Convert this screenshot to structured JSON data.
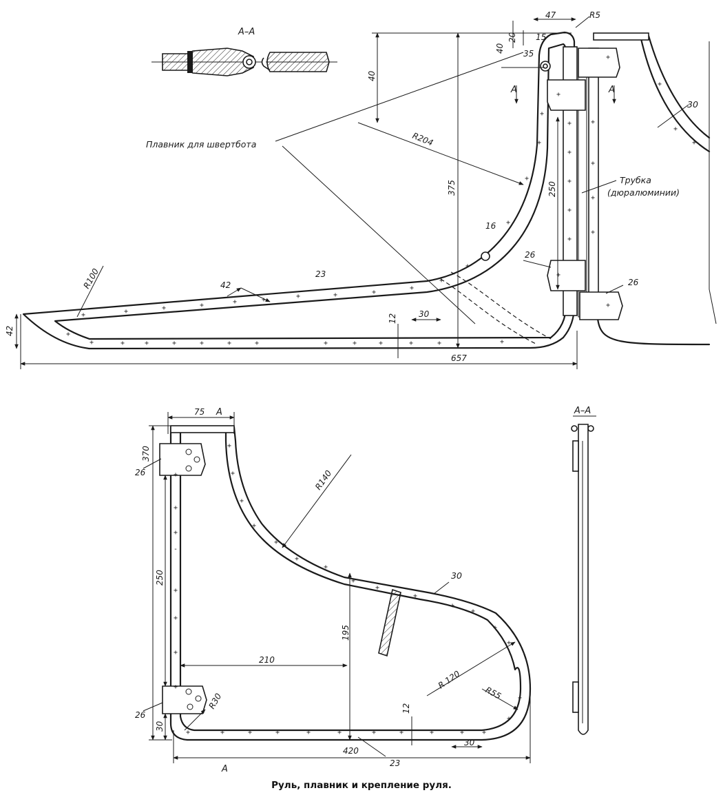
{
  "caption": "Руль, плавник и крепление руля.",
  "top_view": {
    "section_label": "А–А",
    "section_mark_left": "А",
    "section_mark_right": "А",
    "label_fin": "Плавник для швертбота",
    "label_tube_line1": "Трубка",
    "label_tube_line2": "(дюралюминии)",
    "dims": {
      "d47": "47",
      "r5": "R5",
      "d15": "15",
      "d20": "20",
      "d40a": "40",
      "d35": "35",
      "d40b": "40",
      "r204": "R204",
      "d375": "375",
      "d250": "250",
      "d16": "16",
      "d26a": "26",
      "d26b": "26",
      "d23": "23",
      "d42": "42",
      "r100": "R100",
      "d42h": "42",
      "d12": "12",
      "d30": "30",
      "d657": "657",
      "d30b": "30"
    }
  },
  "bottom_view": {
    "section_label": "А–А",
    "mark_top": "А",
    "mark_bottom": "А",
    "dims": {
      "d75": "75",
      "r140": "R140",
      "d26a": "26",
      "d370": "370",
      "d250": "250",
      "d195": "195",
      "d30": "30",
      "d210": "210",
      "r120": "R 120",
      "r55": "R55",
      "d26b": "26",
      "r30": "R30",
      "d30v": "30",
      "d12": "12",
      "d30h": "30",
      "d420": "420",
      "d23": "23"
    }
  }
}
